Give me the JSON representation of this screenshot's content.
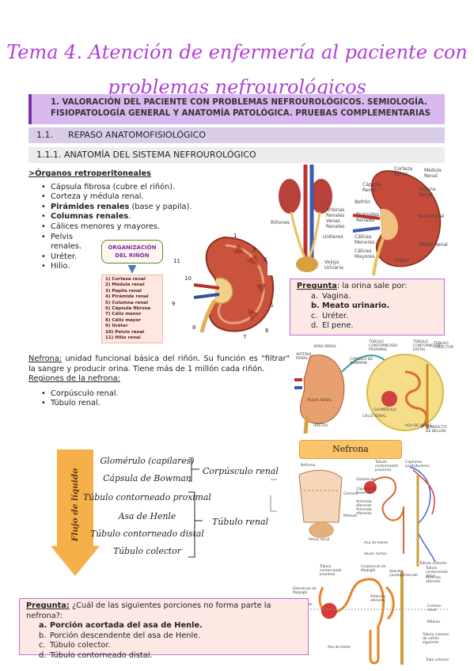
{
  "title": {
    "line1": "Tema 4. Atención de enfermería al paciente con",
    "line2": "problemas nefrourológicos"
  },
  "section_header": {
    "line1": "1.  VALORACIÓN DEL PACIENTE CON PROBLEMAS NEFROUROLÓGICOS. SEMIOLOGÍA.",
    "line2": "FISIOPATOLOGÍA GENERAL Y ANATOMÍA PATOLÓGICA. PRUEBAS COMPLEMENTARIAS"
  },
  "sub1": {
    "num": "1.1.",
    "text": "REPASO ANATOMOFISIOLÓGICO"
  },
  "sub2": {
    "text": "1.1.1. ANATOMÍA DEL SISTEMA NEFROUROLÓGICO"
  },
  "organs": {
    "heading": ">Órganos retroperitoneales",
    "items": [
      {
        "bold": "",
        "text": "Cápsula fibrosa (cubre el riñón)."
      },
      {
        "bold": "",
        "text": "Corteza y médula renal."
      },
      {
        "bold": "Pirámides renales",
        "text": " (base y papila)."
      },
      {
        "bold": "Columnas renales",
        "text": "."
      },
      {
        "bold": "",
        "text": "Cálices menores y mayores."
      },
      {
        "bold": "",
        "text": "Pelvis renales."
      },
      {
        "bold": "",
        "text": "Uréter."
      },
      {
        "bold": "",
        "text": "Hilio."
      }
    ]
  },
  "org_card": {
    "title1": "ORGANIZACIÓN",
    "title2": "DEL RIÑÓN",
    "items": [
      "1) Corteza renal",
      "2) Médula renal",
      "3) Papila renal",
      "4) Pirámide renal",
      "5) Columna renal",
      "6) Cápsula fibrosa",
      "7) Cáliz menor",
      "8) Cáliz mayor",
      "9) Uréter",
      "10) Pelvis renal",
      "11) Hilio renal"
    ]
  },
  "kidney_numbers": [
    "1",
    "2",
    "3",
    "4",
    "5",
    "6",
    "7",
    "8",
    "9",
    "10",
    "11"
  ],
  "top_right_labels": [
    "Riñones",
    "Arterias Renales",
    "Venas Renales",
    "Uréteres",
    "Vejiga Urinaria",
    "Corteza Renal",
    "Médula Renal",
    "Cápsula Renal",
    "Nefrón",
    "Pirámides Renales",
    "Cálices Menores",
    "Cálices Mayores",
    "Arteria Renal",
    "Vena Renal",
    "Pelvis Renal",
    "Uréter"
  ],
  "q1": {
    "label": "Pregunta",
    "text": ": la orina sale por:",
    "options": [
      {
        "letter": "a.",
        "text": "Vagina.",
        "bold": false
      },
      {
        "letter": "b.",
        "text": "Meato urinario.",
        "bold": true
      },
      {
        "letter": "c.",
        "text": "Uréter.",
        "bold": false
      },
      {
        "letter": "d.",
        "text": "El pene.",
        "bold": false
      }
    ]
  },
  "nefrona": {
    "label": "Nefrona:",
    "text": " unidad funcional básica del riñón. Su función es \"filtrar\" la sangre y producir orina. Tiene más de 1 millón cada riñón.",
    "regions_label": "Regiones de la nefrona:",
    "regions": [
      "Corpúsculo renal.",
      "Túbulo renal."
    ]
  },
  "nephron_labels": [
    "ARTERIA RENAL",
    "VENA RENAL",
    "PELVIS RENAL",
    "URÉTER",
    "CÁLIZ RENAL",
    "CÁPSULA DE BOWMAN",
    "TÚBULO CONTORNEADO PROXIMAL",
    "TÚBULO CONTORNEADO DISTAL",
    "TÚBULO COLECTOR",
    "GLOMÉRULO",
    "ASA DE HENLE",
    "CONDUCTO DE BELLINI"
  ],
  "flow": {
    "arrow_label": "Flujo de líquido",
    "items": [
      "Glomérulo (capilares)",
      "Cápsula de Bowman",
      "Túbulo contorneado proximal",
      "Asa de Henle",
      "Túbulo contorneado distal",
      "Túbulo colector"
    ],
    "group1": "Corpúsculo renal",
    "group2": "Túbulo renal"
  },
  "nefrona_diagram": {
    "title": "Nefrona",
    "labels": [
      "Nefrona",
      "Corteza",
      "Médula",
      "Pelvis renal",
      "Túbulo contorneado proximal",
      "Capilares peritubulares",
      "Glomérulo",
      "Cápsula de Bowman",
      "Arteriola aferente",
      "Arteriola eferente",
      "Asa de Henle",
      "Vasos rectos",
      "Túbulo colector"
    ]
  },
  "bottom_labels": [
    "Túbulo contorneado proximal",
    "Corpúsculo de Malpighi",
    "Aparato yuxtaglomerular",
    "Túbulo contorneado distal",
    "Arteriola aferente",
    "Glomérulo de Malpighi",
    "Arteriola eferente",
    "Cápsula de Bowman",
    "Corteza renal",
    "Médula",
    "Asa de Henle",
    "Túbulo colector de nefrón siguiente",
    "Tubo colector"
  ],
  "q2": {
    "label": "Pregunta:",
    "text": " ¿Cuál de las siguientes porciones no forma parte la nefrona?:",
    "options": [
      {
        "letter": "a.",
        "text": "Porción acortada del asa de Henle.",
        "bold": true
      },
      {
        "letter": "b.",
        "text": "Porción descendente del asa de Henle.",
        "bold": false
      },
      {
        "letter": "c.",
        "text": "Túbulo colector.",
        "bold": false
      },
      {
        "letter": "d.",
        "text": "Túbulo contorneado distal.",
        "bold": false
      }
    ]
  },
  "colors": {
    "title": "#b13fd6",
    "section_bar": "#d9b8f0",
    "question_bg": "#fde9e4",
    "arrow": "#f5b04a"
  }
}
